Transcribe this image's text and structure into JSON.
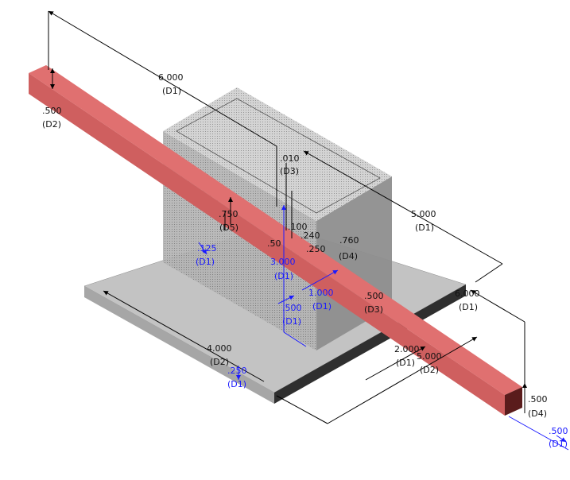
{
  "colors": {
    "background": "#ffffff",
    "plate_top": "#c3c3c3",
    "plate_front": "#a6a6a6",
    "plate_right": "#2f2f2f",
    "housing": "#9a9a9a",
    "bar_top": "#e07070",
    "bar_front": "#cf5f5f",
    "bar_end": "#5a1c1c",
    "dimension_black": "#111111",
    "dimension_blue": "#1a1aff"
  },
  "dimensions": [
    {
      "value": "6.000",
      "tag": "(D1)",
      "color": "black"
    },
    {
      "value": ".500",
      "tag": "(D2)",
      "color": "black"
    },
    {
      "value": ".010",
      "tag": "(D3)",
      "color": "black"
    },
    {
      "value": "5.000",
      "tag": "(D1)",
      "color": "black"
    },
    {
      "value": ".750",
      "tag": "(D5)",
      "color": "black"
    },
    {
      "value": ".125",
      "tag": "(D1)",
      "color": "blue"
    },
    {
      "value": "3.000",
      "tag": "(D1)",
      "color": "blue"
    },
    {
      "value": "1.000",
      "tag": "(D1)",
      "color": "blue"
    },
    {
      "value": ".500",
      "tag": "(D1)",
      "color": "blue"
    },
    {
      "value": ".500",
      "tag": "(D3)",
      "color": "black"
    },
    {
      "value": "6.000",
      "tag": "(D1)",
      "color": "black"
    },
    {
      "value": "4.000",
      "tag": "(D2)",
      "color": "black"
    },
    {
      "value": ".250",
      "tag": "(D1)",
      "color": "blue"
    },
    {
      "value": "2.000",
      "tag": "(D1)",
      "color": "black"
    },
    {
      "value": "5.000",
      "tag": "(D2)",
      "color": "black"
    },
    {
      "value": ".500",
      "tag": "(D4)",
      "color": "black"
    },
    {
      "value": ".500",
      "tag": "(D1)",
      "color": "blue"
    }
  ],
  "small_labels": [
    ".760",
    "(D4)",
    ".240",
    ".250",
    ".50",
    ".100"
  ]
}
